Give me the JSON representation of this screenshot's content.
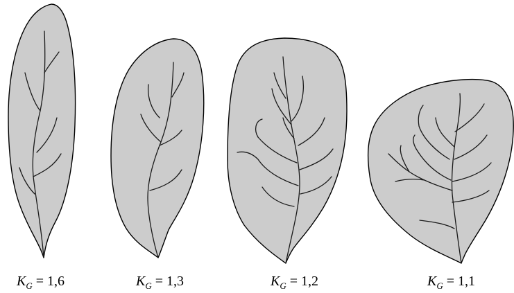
{
  "leaves": [
    {
      "id": "leaf-1",
      "symbol": "K",
      "subscript": "G",
      "relation": " = ",
      "value": "1,6"
    },
    {
      "id": "leaf-2",
      "symbol": "K",
      "subscript": "G",
      "relation": " = ",
      "value": "1,3"
    },
    {
      "id": "leaf-3",
      "symbol": "K",
      "subscript": "G",
      "relation": " = ",
      "value": "1,2"
    },
    {
      "id": "leaf-4",
      "symbol": "K",
      "subscript": "G",
      "relation": " = ",
      "value": "1,1"
    }
  ],
  "colors": {
    "leaf_fill": "#cccccc",
    "outline": "#000000",
    "background": "#ffffff"
  }
}
